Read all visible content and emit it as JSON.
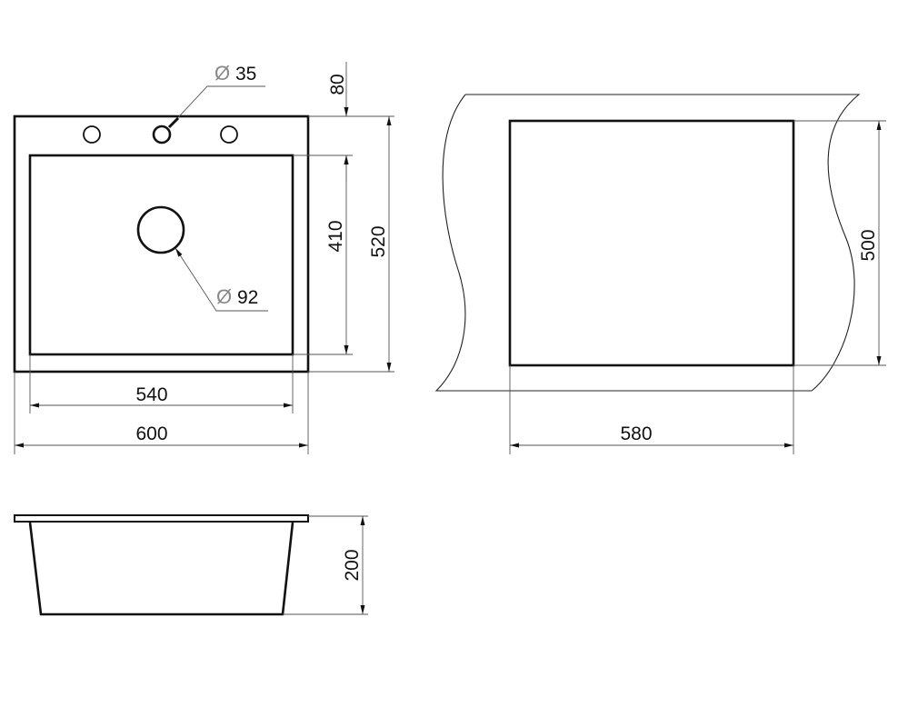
{
  "drawing": {
    "diameter_symbol": "Ø",
    "top_view": {
      "tap_hole_diameter": "35",
      "drain_diameter": "92",
      "dim_tap_offset": "80",
      "dim_bowl_length": "410",
      "dim_total_length": "520",
      "dim_bowl_width": "540",
      "dim_total_width": "600"
    },
    "cutout_view": {
      "dim_cutout_length": "500",
      "dim_cutout_width": "580"
    },
    "side_view": {
      "dim_depth": "200"
    }
  }
}
